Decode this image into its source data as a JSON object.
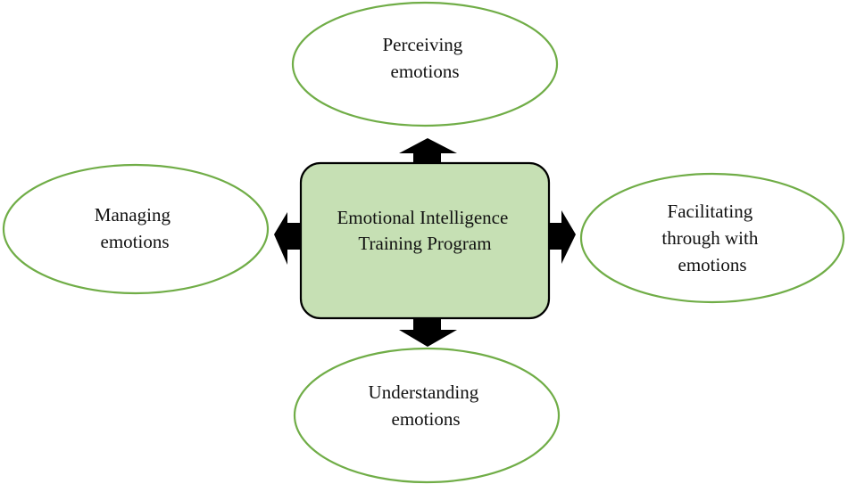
{
  "diagram": {
    "center": {
      "lines": [
        "Emotional Intelligence",
        "Training Program"
      ],
      "fill": "#c6e0b4",
      "stroke": "#000000"
    },
    "nodes": [
      {
        "id": "top",
        "lines": [
          "Perceiving",
          "emotions"
        ]
      },
      {
        "id": "left",
        "lines": [
          "Managing",
          "emotions"
        ]
      },
      {
        "id": "right",
        "lines": [
          "Facilitating",
          "through with",
          "emotions"
        ]
      },
      {
        "id": "bottom",
        "lines": [
          "Understanding",
          "emotions"
        ]
      }
    ],
    "colors": {
      "ellipse_stroke": "#70ad47",
      "ellipse_fill": "#ffffff",
      "arrow": "#000000",
      "text": "#111111"
    },
    "edges": [
      {
        "from": "center",
        "to": "top",
        "style": "block-arrow"
      },
      {
        "from": "center",
        "to": "left",
        "style": "block-arrow"
      },
      {
        "from": "center",
        "to": "right",
        "style": "block-arrow"
      },
      {
        "from": "center",
        "to": "bottom",
        "style": "block-arrow"
      }
    ]
  }
}
